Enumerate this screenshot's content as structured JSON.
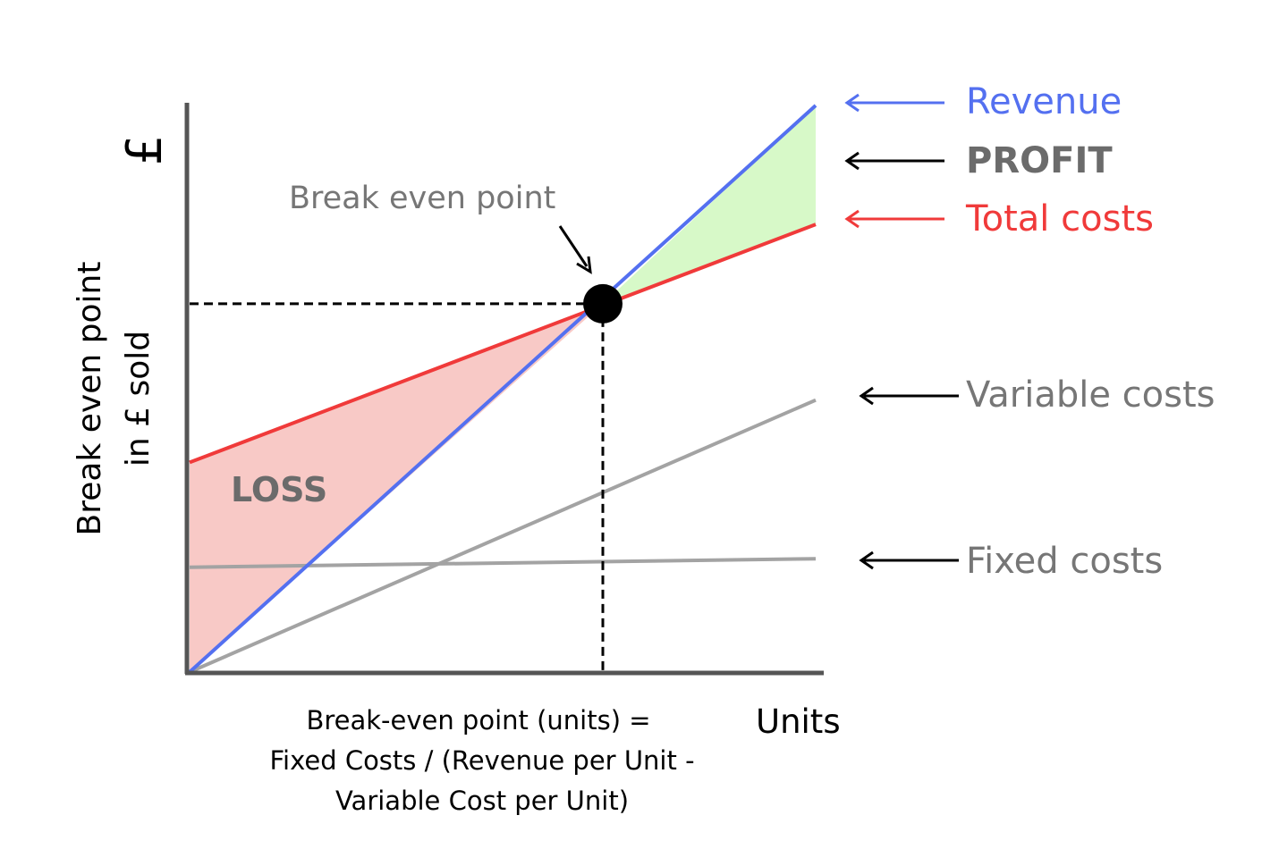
{
  "chart_data": {
    "type": "line",
    "xlabel": "Units",
    "ylabel_symbol": "£",
    "ylabel_line1": "Break even point",
    "ylabel_line2": "in £ sold",
    "series": [
      {
        "name": "Revenue",
        "color": "#5470f0",
        "x": [
          0,
          100
        ],
        "y": [
          0,
          100
        ]
      },
      {
        "name": "Total costs",
        "color": "#f03a3a",
        "x": [
          0,
          100
        ],
        "y": [
          37,
          79
        ]
      },
      {
        "name": "Variable costs",
        "color": "#a3a3a3",
        "x": [
          0,
          100
        ],
        "y": [
          0,
          48
        ]
      },
      {
        "name": "Fixed costs",
        "color": "#a3a3a3",
        "x": [
          0,
          100
        ],
        "y": [
          18.5,
          20
        ]
      }
    ],
    "break_even": {
      "x": 66,
      "y": 65,
      "label": "Break even point"
    },
    "regions": [
      {
        "name": "LOSS",
        "color": "#f8c9c6"
      },
      {
        "name": "PROFIT",
        "color": "#d7f9c8"
      }
    ],
    "formula_lines": [
      "Break-even point (units) =",
      "Fixed Costs / (Revenue per Unit -",
      "Variable Cost per Unit)"
    ],
    "label_colors": {
      "grey_text": "#767676",
      "profit_text": "#6b6b6b",
      "axis": "#555555"
    }
  }
}
